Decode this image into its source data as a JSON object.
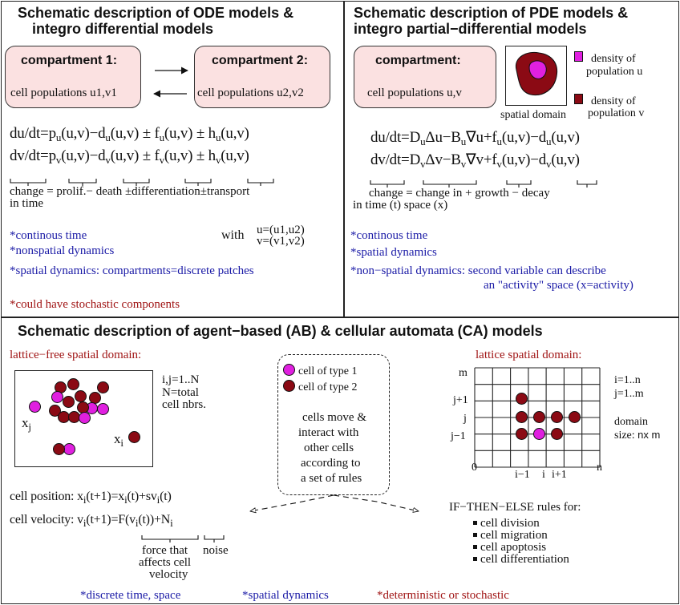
{
  "ode": {
    "title_line1": "Schematic description of ODE models &",
    "title_line2": "integro differential models",
    "comp1_head": "compartment 1:",
    "comp1_text": "cell populations u1,v1",
    "comp2_head": "compartment 2:",
    "comp2_text": "cell populations u2,v2",
    "eq1": {
      "a": "du/dt=p",
      "a_sub": "u",
      "b": "(u,v)−d",
      "b_sub": "u",
      "c": "(u,v) ± f",
      "c_sub": "u",
      "d": "(u,v) ± h",
      "d_sub": "u",
      "e": "(u,v)"
    },
    "eq2": {
      "a": "dv/dt=p",
      "a_sub": "v",
      "b": "(u,v)−d",
      "b_sub": "v",
      "c": "(u,v) ± f",
      "c_sub": "v",
      "d": "(u,v) ± h",
      "d_sub": "v",
      "e": "(u,v)"
    },
    "legend_line1": "change = prolif.− death ±differentiation±transport",
    "legend_line2": "in time",
    "with_label": "with",
    "with_u": "u=(u1,u2)",
    "with_v": "v=(v1,v2)",
    "notes_blue": [
      "*continous time",
      "*nonspatial dynamics",
      "*spatial dynamics: compartments=discrete patches"
    ],
    "note_red": "*could have stochastic components"
  },
  "pde": {
    "title_line1": "Schematic description of PDE models &",
    "title_line2": "integro partial−differential models",
    "comp_head": "compartment:",
    "comp_text": "cell populations u,v",
    "domain_label": "spatial domain",
    "legend_u_line1": "density of",
    "legend_u_line2": "population u",
    "legend_v_line1": "density of",
    "legend_v_line2": "population v",
    "eq1": {
      "a": "du/dt=D",
      "a_sub": "u",
      "b": "Δu−B",
      "b_sub": "u",
      "c": "∇u+f",
      "c_sub": "u",
      "d": "(u,v)−d",
      "d_sub": "u",
      "e": "(u,v)"
    },
    "eq2": {
      "a": "dv/dt=D",
      "a_sub": "v",
      "b": "Δv−B",
      "b_sub": "v",
      "c": "∇v+f",
      "c_sub": "v",
      "d": "(u,v)−d",
      "d_sub": "v",
      "e": "(u,v)"
    },
    "legend_line1": "change = change in  +  growth − decay",
    "legend_line2": "in time (t)   space (x)",
    "notes_blue": [
      "*continous time",
      "*spatial dynamics",
      "*non−spatial dynamics: second variable can describe",
      "an \"activity\" space (x=activity)"
    ],
    "colors": {
      "u": "#e020e0",
      "v": "#8b0a14",
      "box": "#fbe1e1"
    }
  },
  "ab": {
    "title": "Schematic description of agent−based (AB) & cellular automata (CA) models",
    "lattice_free_label": "lattice−free spatial domain:",
    "lattice_label": "lattice spatial domain:",
    "index_line1": "i,j=1..N",
    "index_line2": "N=total",
    "index_line3": "cell nbrs.",
    "xj": "x",
    "xj_sub": "j",
    "xi": "x",
    "xi_sub": "i",
    "type1": "cell of type 1",
    "type2": "cell of type 2",
    "rules_text": [
      "cells move &",
      "interact with",
      "other cells",
      "according to",
      "a set of rules"
    ],
    "position_eq": {
      "a": "cell position: x",
      "s1": "i",
      "b": "(t+1)=x",
      "s2": "i",
      "c": "(t)+sv",
      "s3": "i",
      "d": "(t)"
    },
    "velocity_eq": {
      "a": "cell velocity: v",
      "s1": "i",
      "b": "(t+1)=F(v",
      "s2": "i",
      "c": "(t))+N",
      "s3": "i"
    },
    "force_label": [
      "force that",
      "affects cell",
      "velocity"
    ],
    "noise_label": "noise",
    "grid_m": "m",
    "grid_j1": "j+1",
    "grid_j": "j",
    "grid_jm1": "j−1",
    "grid_0": "0",
    "grid_n": "n",
    "grid_im1": "i−1",
    "grid_i": "i",
    "grid_ip1": "i+1",
    "grid_info": [
      "i=1..n",
      "j=1..m",
      "domain",
      "size: "
    ],
    "grid_size_expr": "nx m",
    "rules_head": "IF−THEN−ELSE rules for:",
    "rules_items": [
      "cell division",
      "cell migration",
      "cell apoptosis",
      "cell differentiation"
    ],
    "footer_blue1": "*discrete time, space",
    "footer_blue2": "*spatial dynamics",
    "footer_red": "*deterministic or stochastic"
  }
}
